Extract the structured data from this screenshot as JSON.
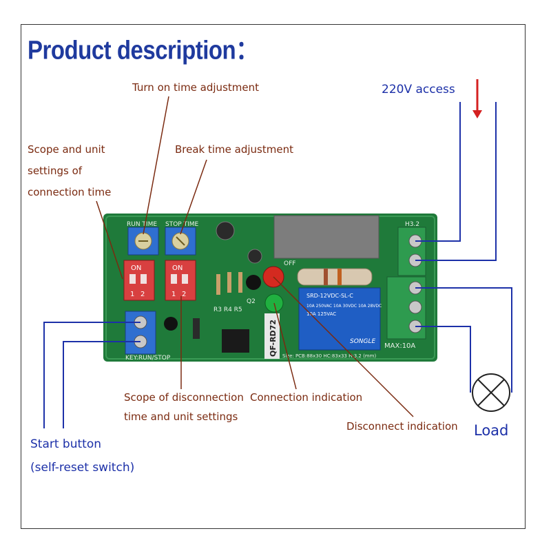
{
  "title": "Product description：",
  "labels": {
    "turn_on_time": "Turn on time adjustment",
    "break_time": "Break time adjustment",
    "scope_connection_1": "Scope and unit",
    "scope_connection_2": "settings of",
    "scope_connection_3": "connection time",
    "scope_disconnection_1": "Scope of disconnection",
    "scope_disconnection_2": "time and unit settings",
    "connection_indication": "Connection indication",
    "disconnect_indication": "Disconnect indication",
    "start_button_1": "Start button",
    "start_button_2": "(self-reset switch)",
    "access_220v": "220V access",
    "load": "Load"
  },
  "board": {
    "pot_run_label": "RUN TIME",
    "pot_stop_label": "STOP TIME",
    "dip_on": "ON",
    "dip_1": "1",
    "dip_2": "2",
    "key_label": "KEY:RUN/STOP",
    "chip_label": "QF-RD72",
    "pcb_label": "Size: PCB:88x30 HC:83x33 H:3.2 (mm)",
    "relay_line1": "SRD-12VDC-SL-C",
    "relay_line2": "10A 250VAC 10A 30VDC 10A 28VDC",
    "relay_line3": "10A 125VAC",
    "relay_brand": "SONGLE",
    "max_label": "MAX:10A",
    "h3_label": "H3.2",
    "off_label": "OFF",
    "led_q2": "Q2",
    "res_labels": "R3 R4 R5"
  },
  "colors": {
    "title": "#1f3a9e",
    "callout": "#7a2a10",
    "pcb": "#1f7a3a",
    "terminal": "#2e9b4f",
    "relay": "#1f5ec4",
    "arrow": "#d42020",
    "wire": "#1c30a8"
  }
}
